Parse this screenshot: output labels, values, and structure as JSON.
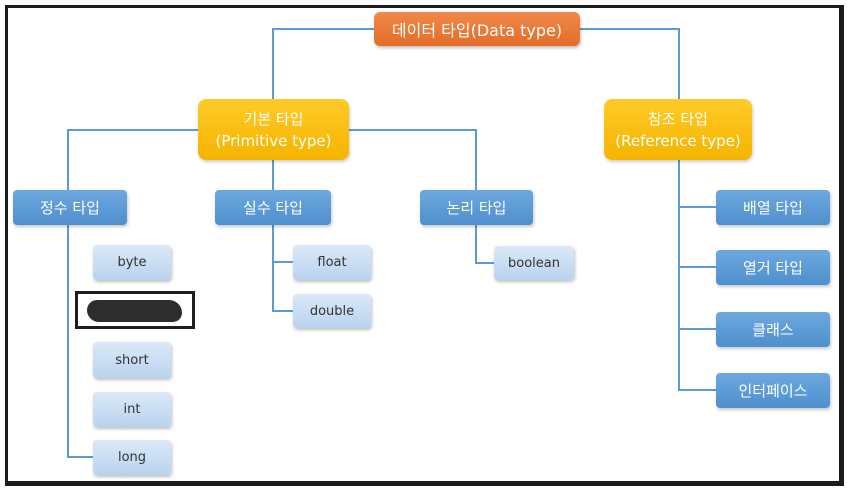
{
  "root": {
    "label": "데이터 타입(Data type)"
  },
  "primitive": {
    "label": "기본 타입\n(Primitive type)"
  },
  "reference": {
    "label": "참조 타입\n(Reference type)"
  },
  "integer": {
    "label": "정수 타입",
    "items": [
      "byte",
      "short",
      "int",
      "long"
    ]
  },
  "real": {
    "label": "실수 타입",
    "items": [
      "float",
      "double"
    ]
  },
  "logical": {
    "label": "논리 타입",
    "items": [
      "boolean"
    ]
  },
  "reference_types": [
    "배열 타입",
    "열거 타입",
    "클래스",
    "인터페이스"
  ],
  "colors": {
    "root": "#e86f2c",
    "category": "#fbbc05",
    "group": "#5b9bd5",
    "leaf": "#c5dbf1",
    "connector": "#5b9bd5"
  }
}
